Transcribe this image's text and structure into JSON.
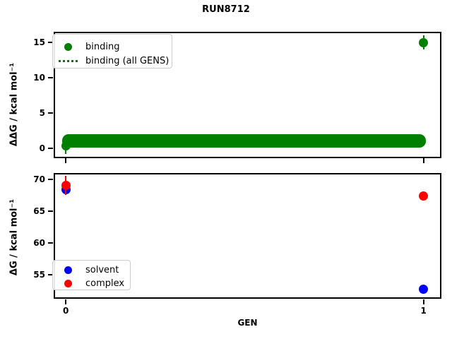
{
  "figure": {
    "title": "RUN8712",
    "background": "#ffffff"
  },
  "colors": {
    "binding": "#008000",
    "solvent": "#0000ff",
    "complex": "#ff0000",
    "spine": "#000000",
    "legend_border": "#cccccc"
  },
  "chart_data": [
    {
      "type": "scatter",
      "ylabel": "ΔΔG / kcal mol⁻¹",
      "xlabel": "",
      "xlim": [
        -0.032,
        1.048
      ],
      "ylim": [
        -1.2,
        16.4
      ],
      "yticks": [
        0,
        5,
        10,
        15
      ],
      "xticks": [
        0,
        1
      ],
      "grid": false,
      "legend_position": "upper-left",
      "series": [
        {
          "name": "binding",
          "color": "#008000",
          "x": [
            0,
            1
          ],
          "y": [
            0.4,
            15.0
          ],
          "yerr": [
            1.2,
            1.0
          ]
        }
      ],
      "band": {
        "name": "binding (all GENS)",
        "color": "#008000",
        "x": [
          0,
          1
        ],
        "ymin": 0.1,
        "ymax": 2.0,
        "line_value": 1.0,
        "line_style": "dotted"
      },
      "legend": [
        {
          "label": "binding",
          "marker": "dot",
          "color": "#008000"
        },
        {
          "label": "binding (all GENS)",
          "marker": "dotted-line",
          "color": "#008000"
        }
      ]
    },
    {
      "type": "scatter",
      "ylabel": "ΔG / kcal mol⁻¹",
      "xlabel": "GEN",
      "xlim": [
        -0.032,
        1.048
      ],
      "ylim": [
        51.35,
        70.85
      ],
      "yticks": [
        55,
        60,
        65,
        70
      ],
      "xticks": [
        0,
        1
      ],
      "xticklabels": [
        "0",
        "1"
      ],
      "grid": false,
      "legend_position": "lower-left",
      "series": [
        {
          "name": "solvent",
          "color": "#0000ff",
          "x": [
            0,
            1
          ],
          "y": [
            68.4,
            52.7
          ],
          "yerr": [
            0.6,
            0.2
          ]
        },
        {
          "name": "complex",
          "color": "#ff0000",
          "x": [
            0,
            1
          ],
          "y": [
            69.0,
            67.3
          ],
          "yerr": [
            1.5,
            0.2
          ]
        }
      ],
      "legend": [
        {
          "label": "solvent",
          "marker": "dot",
          "color": "#0000ff"
        },
        {
          "label": "complex",
          "marker": "dot",
          "color": "#ff0000"
        }
      ]
    }
  ]
}
